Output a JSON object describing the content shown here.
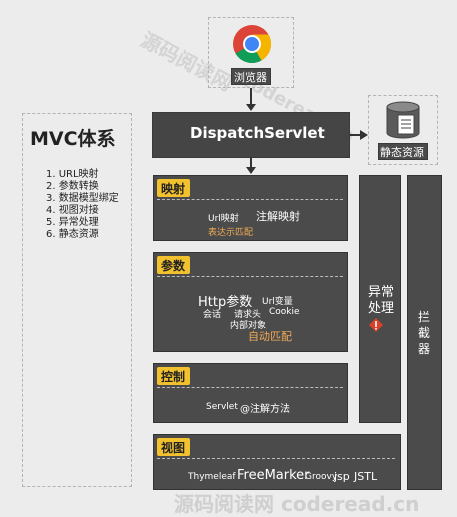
{
  "browser": {
    "label": "浏览器"
  },
  "dispatch": {
    "label": "DispatchServlet"
  },
  "static": {
    "label": "静态资源"
  },
  "mvc": {
    "title": "MVC体系",
    "items": [
      "1. URL映射",
      "2. 参数转换",
      "3. 数据模型绑定",
      "4. 视图对接",
      "5. 异常处理",
      "6. 静态资源"
    ]
  },
  "mapping": {
    "tag": "映射",
    "url": "Url映射",
    "annotation": "注解映射",
    "expression": "表达示匹配"
  },
  "params": {
    "tag": "参数",
    "http": "Http参数",
    "urlvar": "Url变量",
    "session": "会话",
    "header": "请求头",
    "cookie": "Cookie",
    "internal": "内部对象",
    "auto": "自动匹配"
  },
  "control": {
    "tag": "控制",
    "servlet": "Servlet",
    "annotation": "@注解方法"
  },
  "view": {
    "tag": "视图",
    "thymeleaf": "Thymeleaf",
    "freemarker": "FreeMarker",
    "groovy": "Groovy",
    "jsp": "jsp",
    "jstl": "JSTL"
  },
  "exception": {
    "label": "异常处理"
  },
  "interceptor": {
    "label": "拦截器"
  },
  "watermark": {
    "top": "源码阅读网",
    "top2": "coderead.cn",
    "bottom": "源码阅读网 coderead.cn"
  },
  "colors": {
    "tag": "#f2c12e",
    "accent": "#f2ab55",
    "panel": "#4b4b4b",
    "alert": "#d9412b"
  }
}
